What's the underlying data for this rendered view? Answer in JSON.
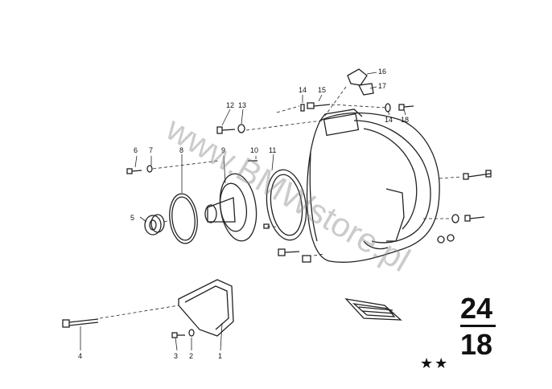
{
  "diagram": {
    "callouts": [
      {
        "id": "c1",
        "label": "1"
      },
      {
        "id": "c2",
        "label": "2"
      },
      {
        "id": "c3",
        "label": "3"
      },
      {
        "id": "c4",
        "label": "4"
      },
      {
        "id": "c5",
        "label": "5"
      },
      {
        "id": "c6",
        "label": "6"
      },
      {
        "id": "c7",
        "label": "7"
      },
      {
        "id": "c8",
        "label": "8"
      },
      {
        "id": "c9",
        "label": "9"
      },
      {
        "id": "c10",
        "label": "10"
      },
      {
        "id": "c11",
        "label": "11"
      },
      {
        "id": "c12",
        "label": "12"
      },
      {
        "id": "c13",
        "label": "13"
      },
      {
        "id": "c14a",
        "label": "14"
      },
      {
        "id": "c14b",
        "label": "14"
      },
      {
        "id": "c15",
        "label": "15"
      },
      {
        "id": "c16",
        "label": "16"
      },
      {
        "id": "c17",
        "label": "17"
      },
      {
        "id": "c18",
        "label": "18"
      }
    ]
  },
  "group_number": {
    "top": "24",
    "bottom": "18"
  },
  "rating": "★★",
  "watermark": "www.BMWstore.pl"
}
